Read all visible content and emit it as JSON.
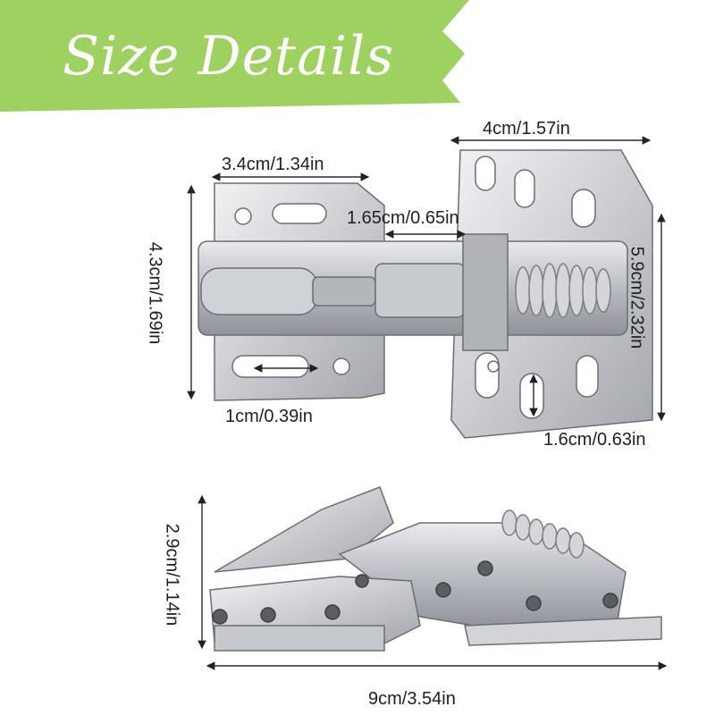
{
  "banner": {
    "title": "Size Details",
    "color": "#9fd160"
  },
  "dimensions": {
    "hinge_top_width": "4cm/1.57in",
    "left_plate_width": "3.4cm/1.34in",
    "center_span": "1.65cm/0.65in",
    "left_height": "4.3cm/1.69in",
    "right_height": "5.9cm/2.32in",
    "slot_length": "1cm/0.39in",
    "slot_spacing": "1.6cm/0.63in",
    "side_height": "2.9cm/1.14in",
    "total_length": "9cm/3.54in"
  }
}
